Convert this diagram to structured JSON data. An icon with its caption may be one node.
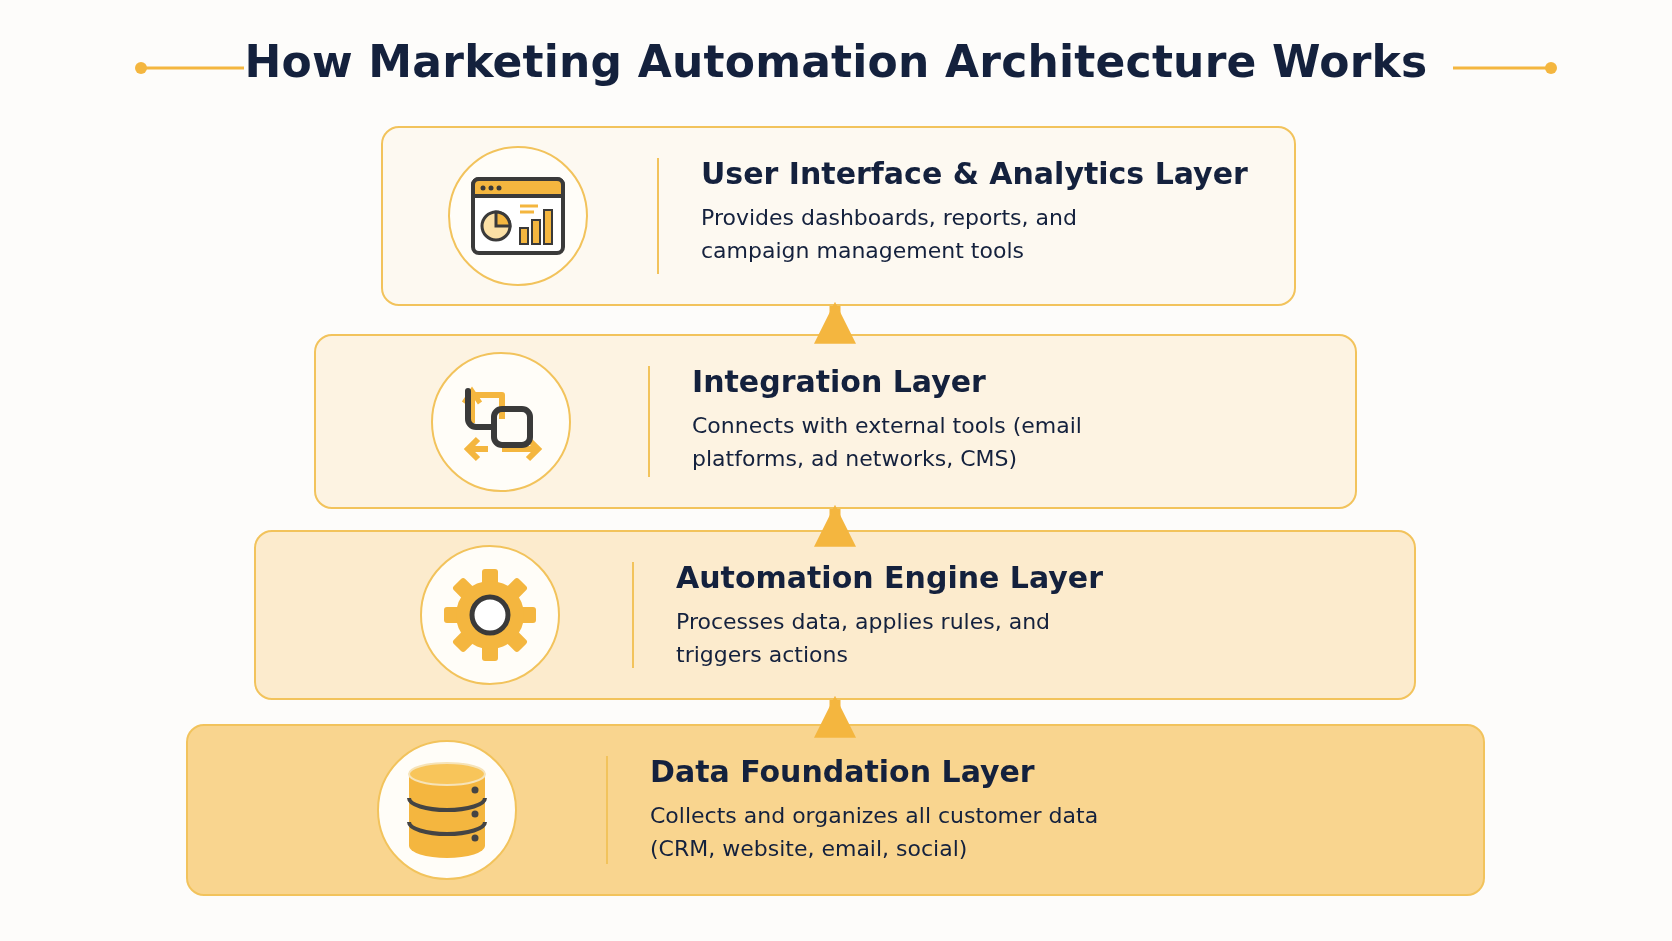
{
  "diagram": {
    "title": "How Marketing Automation Architecture Works",
    "nodes": [
      {
        "text": [
          "User Interface & Analytics Layer",
          "Provides dashboards, reports, and campaign management tools"
        ]
      },
      {
        "text": [
          "Integration Layer",
          "Connects with external tools (email platforms, ad networks, CMS)"
        ]
      },
      {
        "text": [
          "Automation Engine Layer",
          "Processes data, applies rules, and triggers actions"
        ]
      },
      {
        "text": [
          "Data Foundation Layer",
          "Collects and organizes all customer data (CRM, website, email, social)"
        ]
      }
    ],
    "edges": [
      {
        "from": 3,
        "to": 2,
        "arrow": "to"
      },
      {
        "from": 2,
        "to": 1,
        "arrow": "to"
      },
      {
        "from": 1,
        "to": 0,
        "arrow": "to"
      }
    ]
  }
}
